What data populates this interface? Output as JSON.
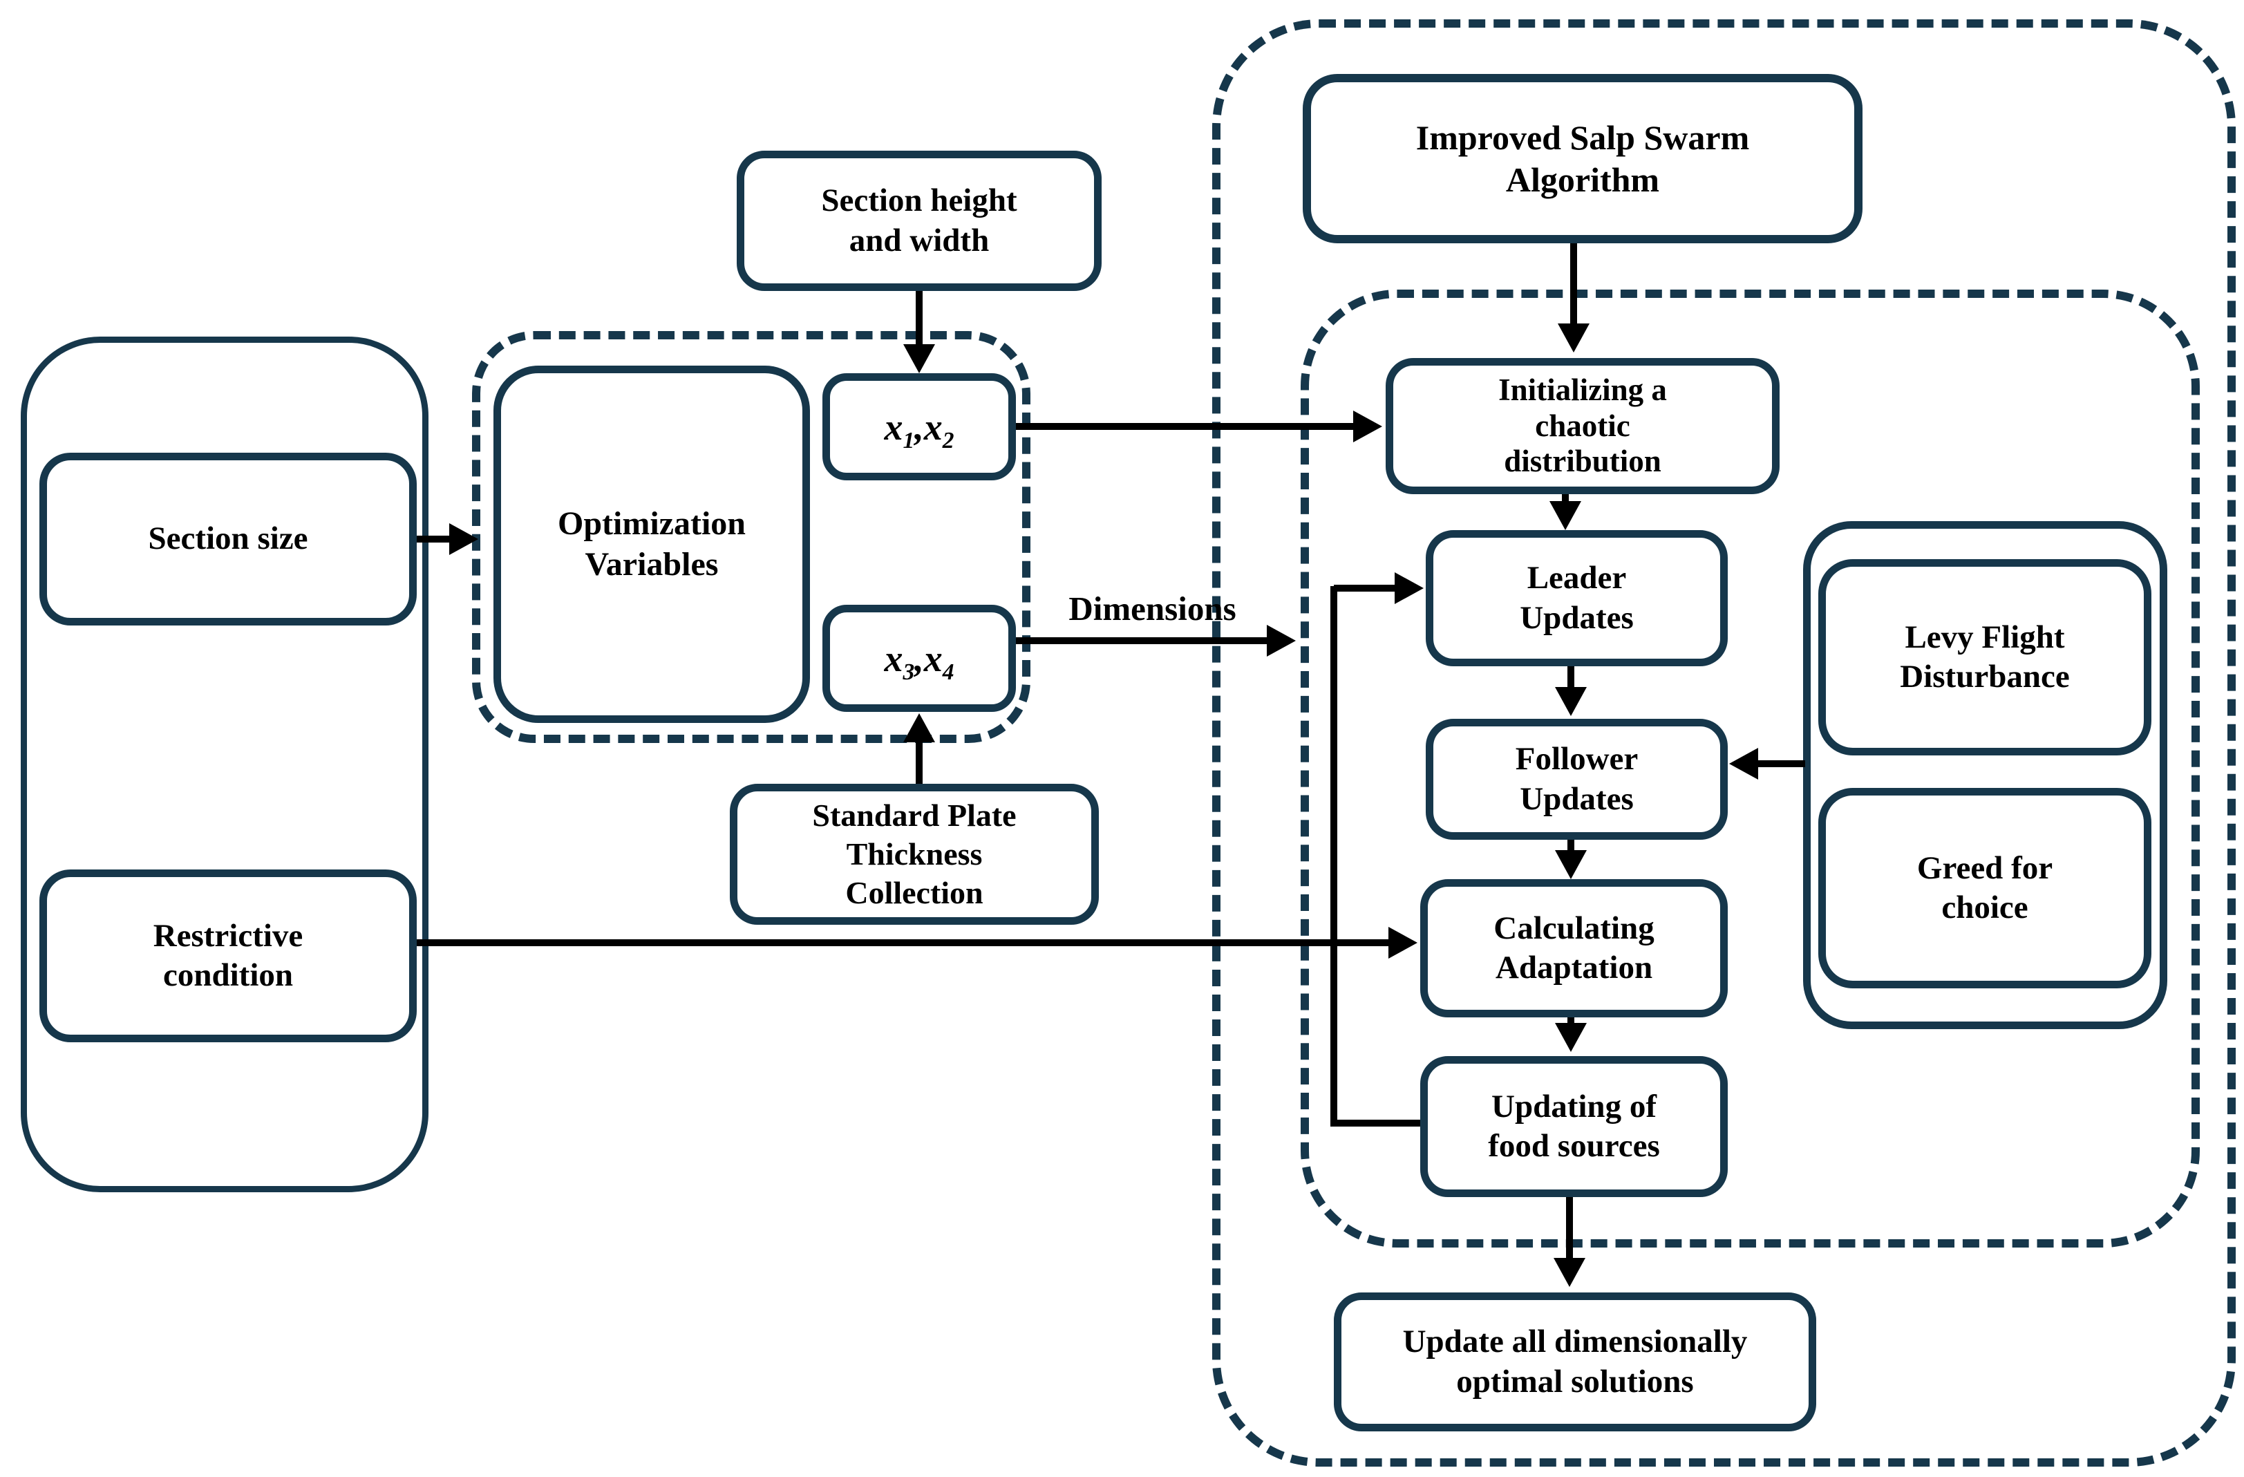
{
  "figure": {
    "type": "flowchart",
    "description": "Improved Salp Swarm Algorithm optimization flow diagram"
  },
  "colors": {
    "stroke": "#16374b",
    "arrow": "#000000",
    "text": "#000000",
    "background": "#ffffff"
  },
  "labels": {
    "section_height": "Section height\nand width",
    "section_size": "Section size",
    "restrictive_condition": "Restrictive\ncondition",
    "optimization_variables": "Optimization\nVariables",
    "standard_plate": "Standard Plate\nThickness\nCollection",
    "improved_salp": "Improved Salp Swarm\nAlgorithm",
    "initializing": "Initializing a\nchaotic\ndistribution",
    "leader_updates": "Leader\nUpdates",
    "follower_updates": "Follower\nUpdates",
    "calculating_adaptation": "Calculating\nAdaptation",
    "updating_food": "Updating of\nfood sources",
    "levy_flight": "Levy Flight\nDisturbance",
    "greed_for_choice": "Greed for\nchoice",
    "update_all": "Update all dimensionally\noptimal solutions",
    "dimensions": "Dimensions",
    "x12": {
      "v1": "x",
      "s1": "1",
      "v2": ",x",
      "s2": "2"
    },
    "x34": {
      "v1": "x",
      "s1": "3",
      "v2": ",x",
      "s2": "4"
    }
  }
}
